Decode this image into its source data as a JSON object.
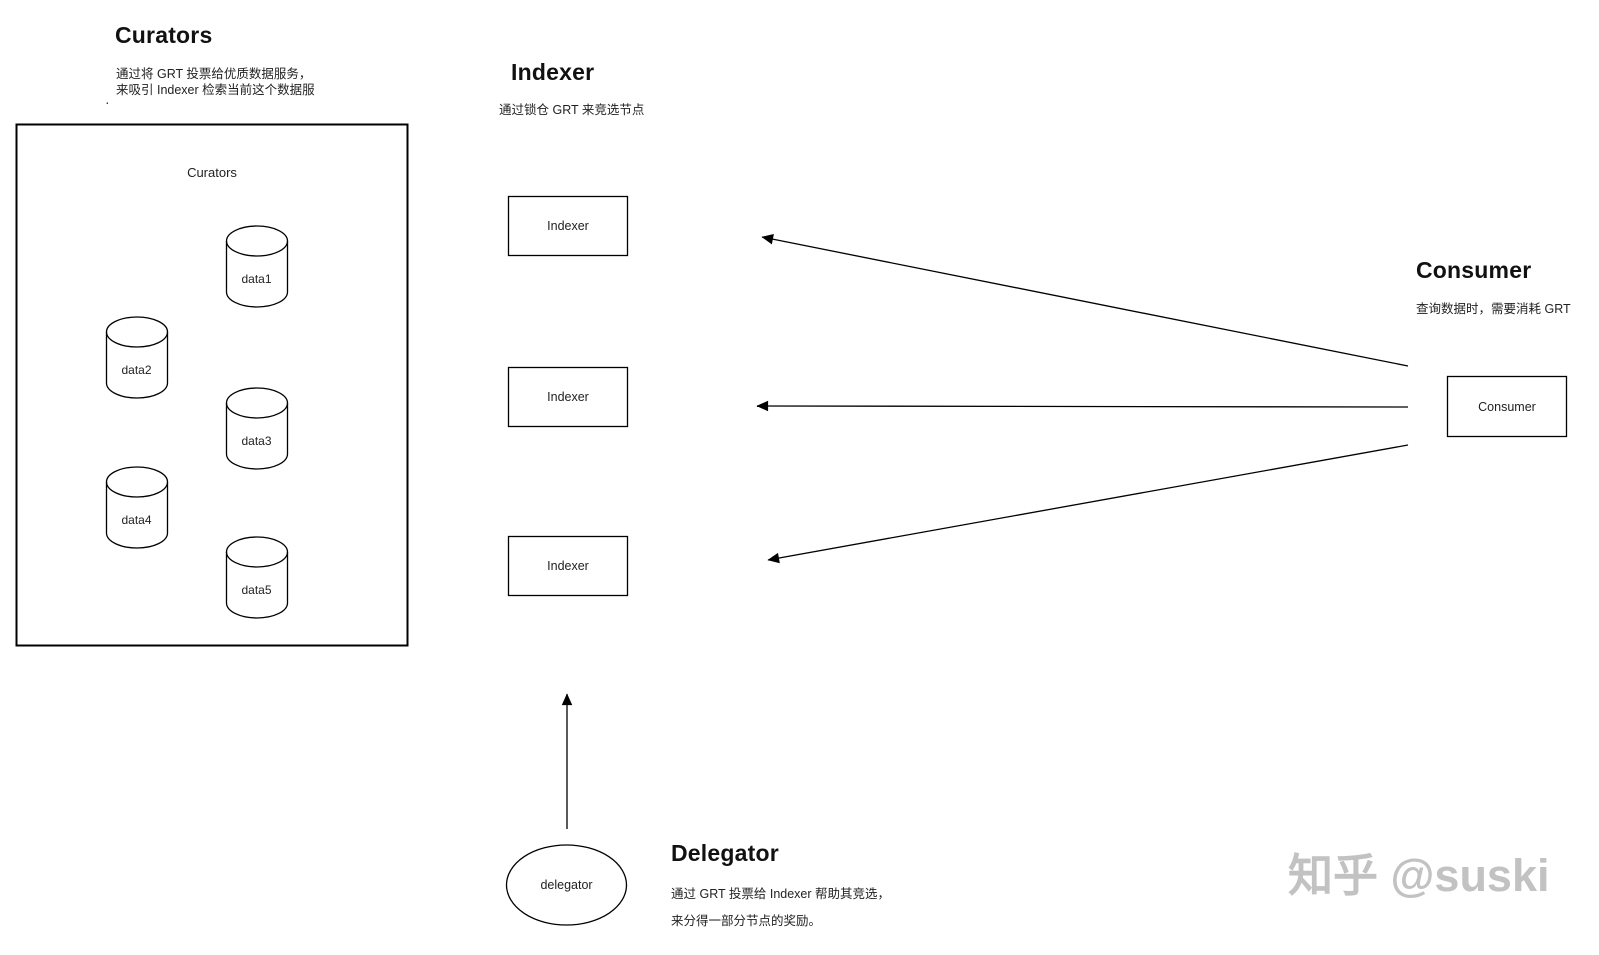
{
  "colors": {
    "line": "#000000",
    "text": "#222222",
    "watermark": "#c2c2c2"
  },
  "curators": {
    "title": "Curators",
    "description_line1": "通过将 GRT 投票给优质数据服务，",
    "description_line2": "来吸引 Indexer 检索当前这个数据服",
    "description_truncation_mark": "·",
    "container_label": "Curators",
    "databases": [
      "data1",
      "data2",
      "data3",
      "data4",
      "data5"
    ]
  },
  "indexer": {
    "title": "Indexer",
    "description": "通过锁仓 GRT 来竞选节点",
    "nodes": [
      "Indexer",
      "Indexer",
      "Indexer"
    ]
  },
  "consumer": {
    "title": "Consumer",
    "description": "查询数据时，需要消耗 GRT",
    "node_label": "Consumer"
  },
  "delegator": {
    "title": "Delegator",
    "description_line1": "通过 GRT 投票给 Indexer 帮助其竞选，",
    "description_line2": "来分得一部分节点的奖励。",
    "node_label": "delegator"
  },
  "watermark": {
    "brand": "知乎",
    "handle": "@suski"
  }
}
